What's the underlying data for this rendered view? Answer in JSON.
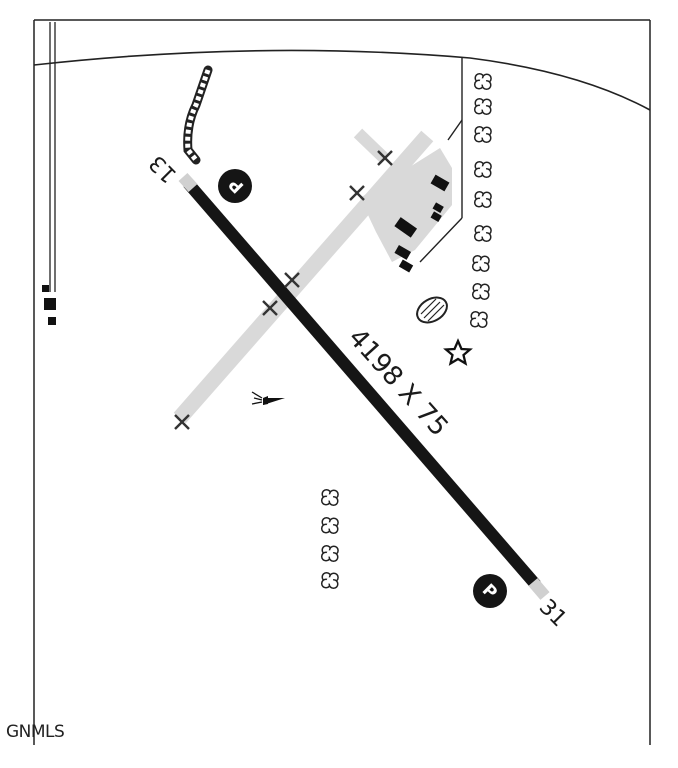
{
  "diagram": {
    "runway": {
      "dimensions_label": "4198 X 75",
      "end_northwest": "13",
      "end_southeast": "31"
    },
    "parking_symbol": "P"
  },
  "watermark": "GNMLS"
}
